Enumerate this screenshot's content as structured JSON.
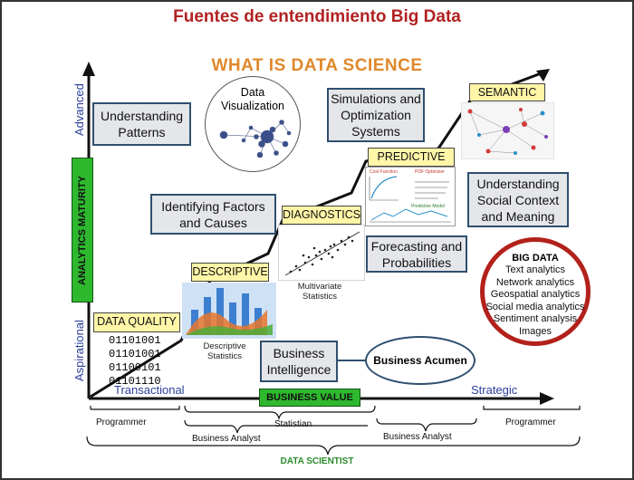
{
  "title": "Fuentes de entendimiento Big Data",
  "subtitle": "WHAT IS DATA SCIENCE",
  "y_axis": {
    "label": "ANALYTICS MATURITY",
    "top": "Advanced",
    "bottom": "Aspirational"
  },
  "x_axis": {
    "label": "BUSINESS VALUE",
    "left": "Transactional",
    "right": "Strategic"
  },
  "stages": {
    "data_quality": "DATA QUALITY",
    "descriptive": "DESCRIPTIVE",
    "diagnostics": "DIAGNOSTICS",
    "predictive": "PREDICTIVE",
    "semantic": "SEMANTIC"
  },
  "binary_lines": [
    "01101001",
    "01101001",
    "01100101",
    "01101110"
  ],
  "boxes": {
    "understanding_patterns": "Understanding Patterns",
    "identifying_factors": "Identifying Factors and Causes",
    "simulations": "Simulations and Optimization Systems",
    "forecasting": "Forecasting and Probabilities",
    "social_context": "Understanding Social Context and Meaning",
    "business_intelligence": "Business Intelligence"
  },
  "data_visualization": "Data Visualization",
  "captions": {
    "multivariate": "Multivariate Statistics",
    "descriptive_stats": "Descriptive Statistics"
  },
  "predictive_thumb": {
    "cost_function": "Cost Function",
    "pdf_optimizer": "PDF Optimizer",
    "predictive_model": "Predictive Model"
  },
  "business_acumen": "Business Acumen",
  "big_data": {
    "title": "BIG DATA",
    "items": [
      "Text analytics",
      "Network analytics",
      "Geospatial analytics",
      "Social media analytics",
      "Sentiment analysis",
      "Images"
    ]
  },
  "roles": {
    "programmer_left": "Programmer",
    "business_analyst_left": "Business Analyst",
    "statistian": "Statistian",
    "business_analyst_right": "Business Analyst",
    "programmer_right": "Programmer",
    "data_scientist": "DATA SCIENTIST"
  },
  "colors": {
    "title": "#b22222",
    "subtitle": "#e0882b",
    "axis_words": "#2b3f9a",
    "green_labels": "#2eb82e",
    "stage_labels": "#fff6a8",
    "big_data_ring": "#b3211b",
    "box_border": "#2f4f6f"
  },
  "icons": [
    "network-graph-icon",
    "scatter-plot-icon",
    "bar-chart-icon",
    "formula-thumb-icon",
    "semantic-network-icon"
  ]
}
